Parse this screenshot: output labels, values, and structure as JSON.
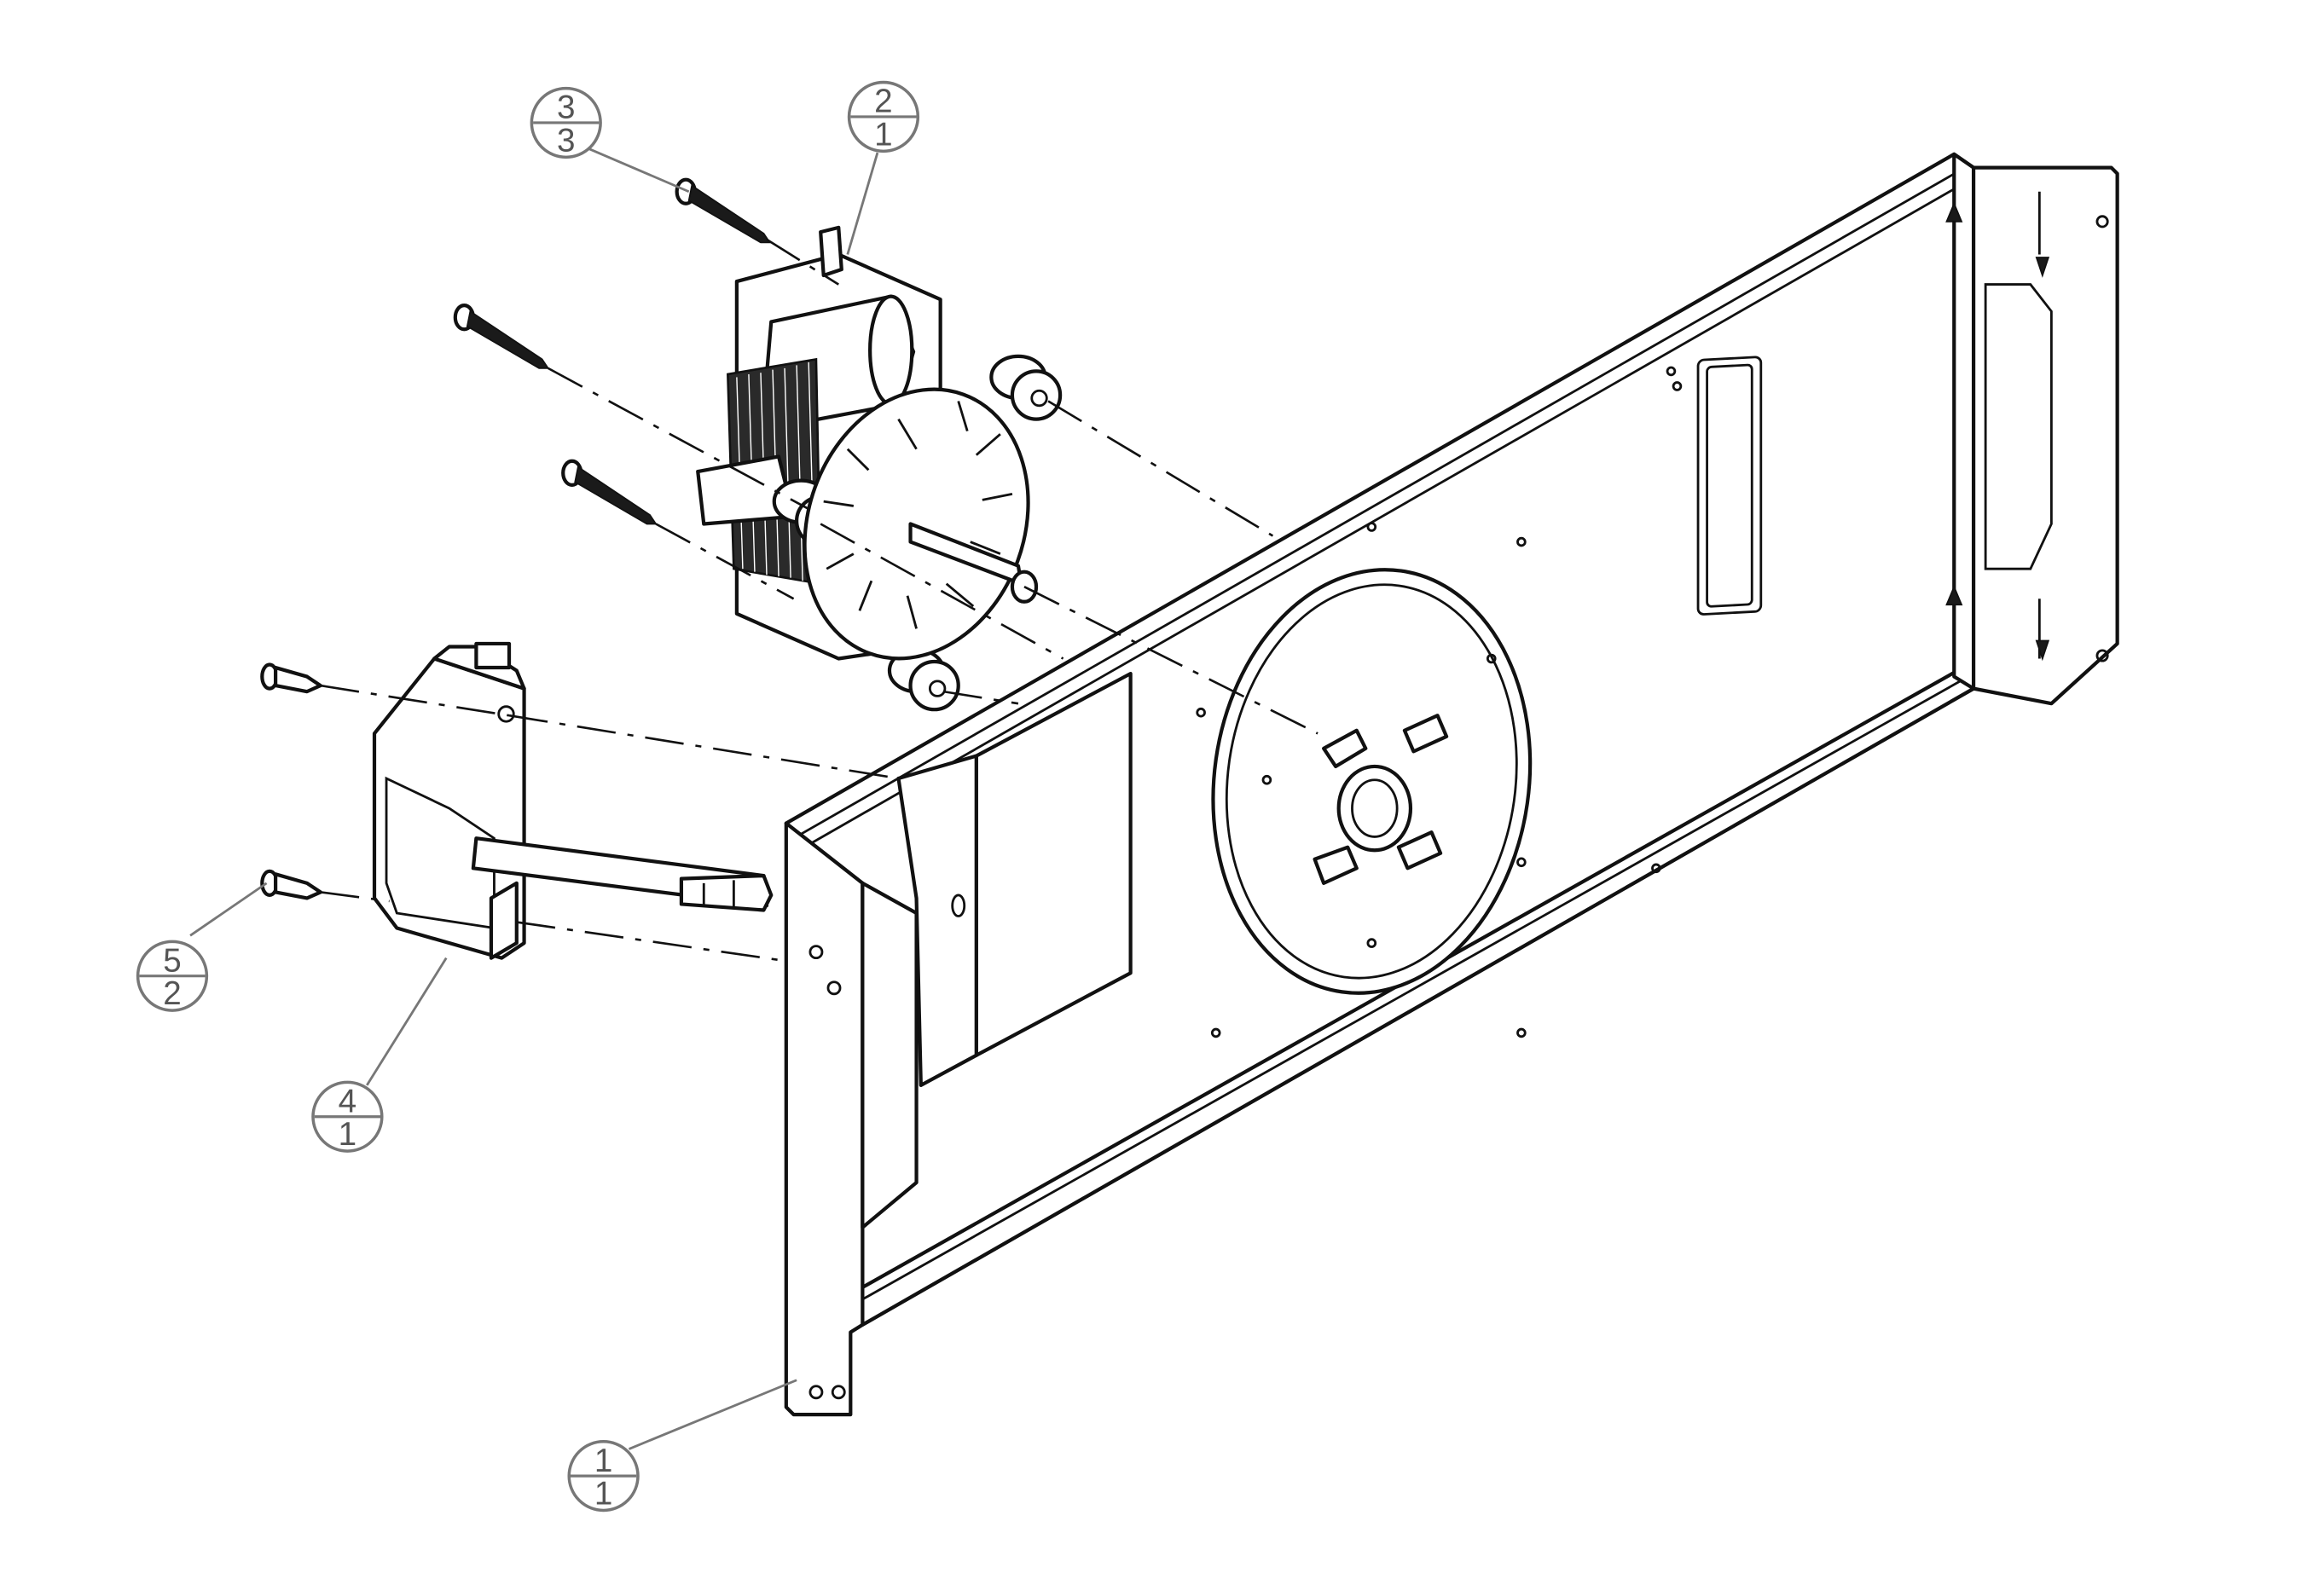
{
  "diagram": {
    "callouts": [
      {
        "item": "1",
        "qty": "1",
        "part": "mounting-bracket"
      },
      {
        "item": "2",
        "qty": "1",
        "part": "motor"
      },
      {
        "item": "3",
        "qty": "3",
        "part": "motor-screw"
      },
      {
        "item": "4",
        "qty": "1",
        "part": "gear-motor"
      },
      {
        "item": "5",
        "qty": "2",
        "part": "gear-motor-screw"
      }
    ]
  }
}
